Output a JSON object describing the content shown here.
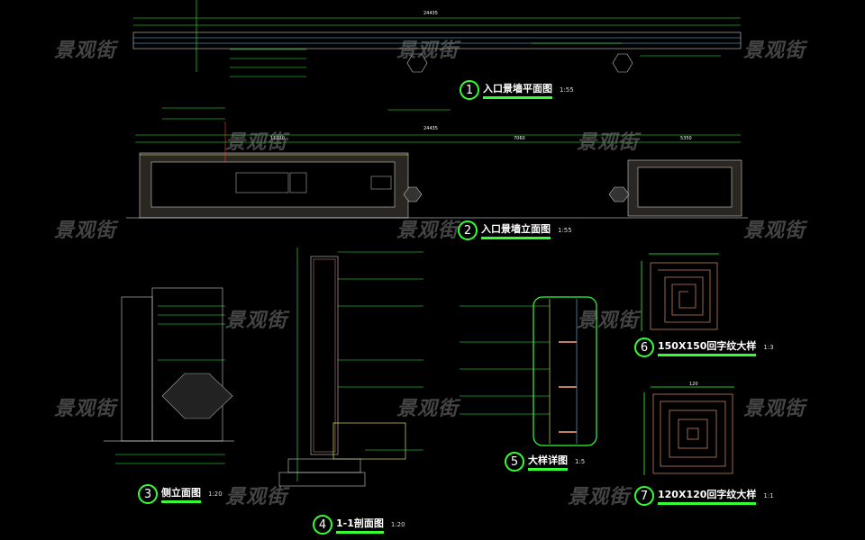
{
  "watermark": "景观街",
  "views": [
    {
      "num": "1",
      "name": "入口景墙平面图",
      "scale": "1:55"
    },
    {
      "num": "2",
      "name": "入口景墙立面图",
      "scale": "1:55"
    },
    {
      "num": "3",
      "name": "侧立面图",
      "scale": "1:20"
    },
    {
      "num": "4",
      "name": "1-1剖面图",
      "scale": "1:20"
    },
    {
      "num": "5",
      "name": "大样详图",
      "scale": "1:5"
    },
    {
      "num": "6",
      "name": "150X150回字纹大样",
      "scale": "1:3"
    },
    {
      "num": "7",
      "name": "120X120回字纹大样",
      "scale": "1:1"
    }
  ],
  "dimensions": {
    "overall": "24435",
    "seg1": "11920",
    "seg2": "7060",
    "seg3": "5350",
    "detail7": "120"
  },
  "colors": {
    "background": "#000000",
    "green": "#33ff33",
    "yellow": "#ffff66",
    "cyan": "#66ccff",
    "brown": "#c08060",
    "white": "#ffffff"
  }
}
